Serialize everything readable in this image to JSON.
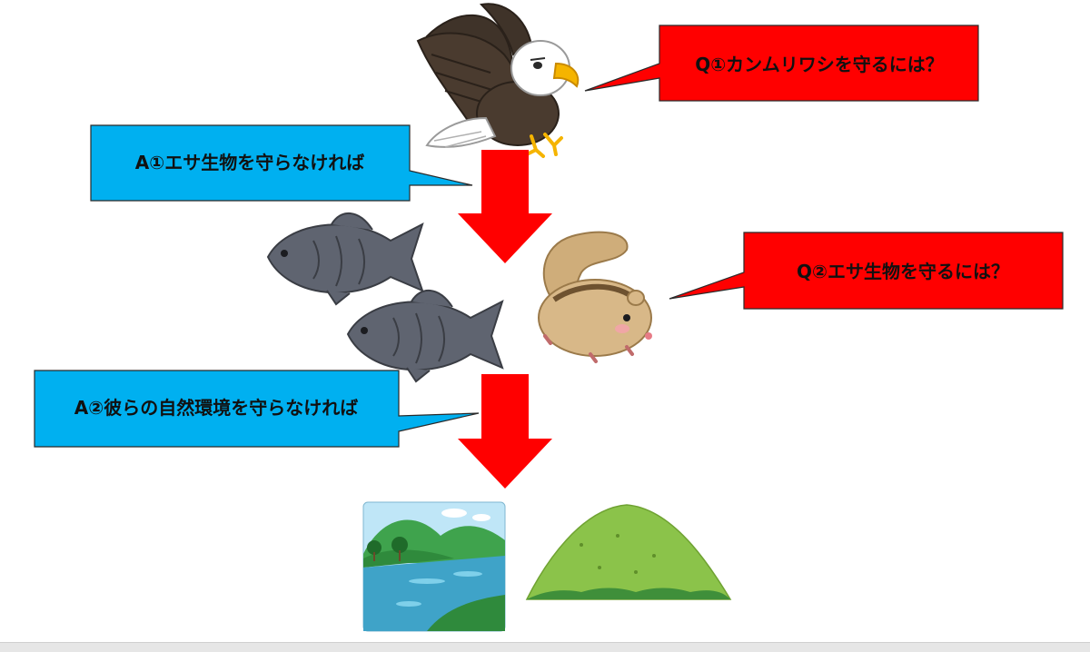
{
  "callouts": {
    "q1": {
      "text": "Q①カンムリワシを守るには？"
    },
    "a1": {
      "text": "A①エサ生物を守らなければ"
    },
    "q2": {
      "text": "Q②エサ生物を守るには？"
    },
    "a2": {
      "text": "A②彼らの自然環境を守らなければ"
    }
  },
  "colors": {
    "question_box": "#ff0000",
    "answer_box": "#00b0f0",
    "arrow": "#ff0000"
  },
  "icons": [
    "eagle-icon",
    "fish-icon",
    "squirrel-icon",
    "lake-landscape-icon",
    "green-hill-icon"
  ]
}
